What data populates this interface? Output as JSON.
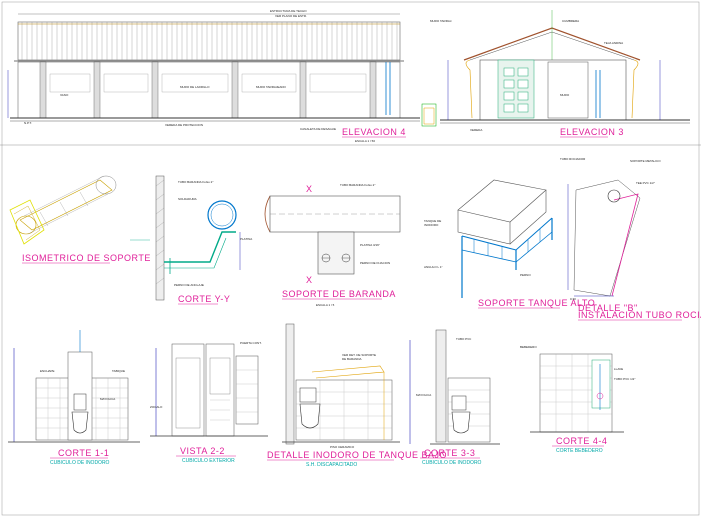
{
  "sheet": {
    "titles": {
      "elev4": "ELEVACION 4",
      "elev3": "ELEVACION 3",
      "iso": "ISOMETRICO DE SOPORTE",
      "corte_yy": "CORTE Y-Y",
      "soporte_baranda": "SOPORTE DE BARANDA",
      "soporte_tanque": "SOPORTE TANQUE ALTO",
      "detalle_b": "DETALLE \"B\"",
      "instalacion": "INSTALACION TUBO ROCIADOR",
      "corte11": "CORTE 1-1",
      "vista22": "VISTA 2-2",
      "detalle_inodoro": "DETALLE INODORO DE TANQUE BAJO",
      "corte33": "CORTE 3-3",
      "corte44": "CORTE 4-4"
    },
    "subtitles": {
      "corte11": "CUBICULO DE INODORO",
      "vista22": "CUBICULO EXTERIOR",
      "detalle_inodoro": "S.H. DISCAPACITADO",
      "corte33": "CUBICULO DE INODORO",
      "corte44": "CORTE BEBEDERO"
    },
    "labels": {
      "vereda": "VEREDA    DE PROTECCION",
      "letter_x_top": "X",
      "letter_x_bot": "X"
    }
  }
}
